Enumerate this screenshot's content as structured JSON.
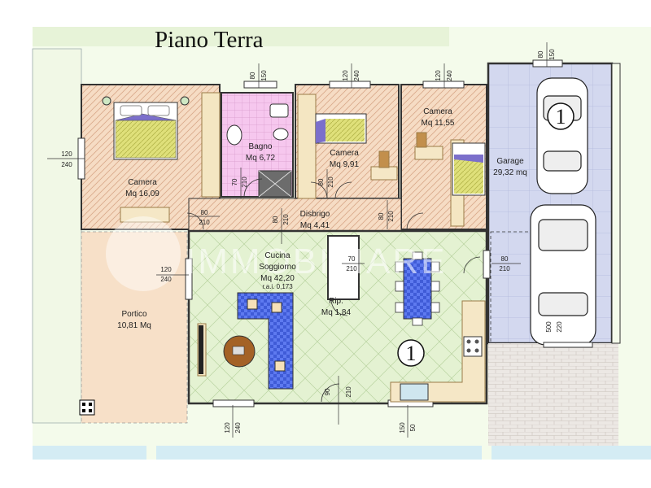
{
  "title": "Piano Terra",
  "watermark": "IMMOBILIARE",
  "rooms": {
    "camera1": {
      "name": "Camera",
      "area": "Mq 16,09"
    },
    "bagno": {
      "name": "Bagno",
      "area": "Mq 6,72"
    },
    "camera2": {
      "name": "Camera",
      "area": "Mq 9,91"
    },
    "camera3": {
      "name": "Camera",
      "area": "Mq 11,55"
    },
    "disbrigo": {
      "name": "Disbrigo",
      "area": "Mq 4,41"
    },
    "cucina": {
      "name": "Cucina",
      "name2": "Soggiorno",
      "area": "Mq 42,20",
      "rai": "r.a.i. 0,173"
    },
    "rip": {
      "name": "Rip.",
      "area": "Mq 1,84"
    },
    "portico": {
      "name": "Portico",
      "area": "10,81 Mq"
    },
    "garage": {
      "name": "Garage",
      "area": "29,32 mq"
    }
  },
  "badges": [
    "1",
    "1"
  ],
  "dims": {
    "w_top1_a": "80",
    "w_top1_b": "150",
    "w_top2_a": "120",
    "w_top2_b": "240",
    "w_top3_a": "120",
    "w_top3_b": "240",
    "w_gar_a": "80",
    "w_gar_b": "150",
    "w_left1_a": "120",
    "w_left1_b": "240",
    "w_left2_a": "120",
    "w_left2_b": "240",
    "d_bagno_a": "70",
    "d_bagno_b": "210",
    "d_cam2_a": "80",
    "d_cam2_b": "210",
    "d_cam3_a": "80",
    "d_cam3_b": "210",
    "d_cam1_a": "80",
    "d_cam1_b": "210",
    "d_cuc_a": "80",
    "d_cuc_b": "210",
    "d_rip_a": "70",
    "d_rip_b": "210",
    "d_gar_a": "80",
    "d_gar_b": "210",
    "d_front_a": "90",
    "d_front_b": "210",
    "w_bot1_a": "120",
    "w_bot1_b": "240",
    "w_bot2_a": "150",
    "w_bot2_b": "50",
    "gar_door_a": "500",
    "gar_door_b": "220"
  }
}
